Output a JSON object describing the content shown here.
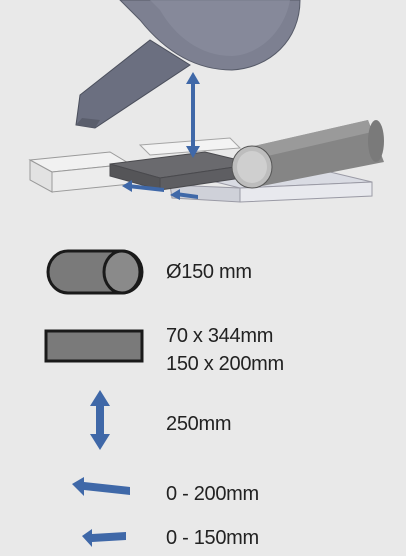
{
  "legend": {
    "round_capacity": "Ø150 mm",
    "rect_capacity_1": "70 x 344mm",
    "rect_capacity_2": "150 x 200mm",
    "vertical_travel": "250mm",
    "lateral_travel_1": "0 - 200mm",
    "lateral_travel_2": "0 - 150mm"
  },
  "colors": {
    "background": "#e9e9e9",
    "material": "#777777",
    "arrow": "#3f68a8",
    "outline": "#1a1a1a"
  }
}
